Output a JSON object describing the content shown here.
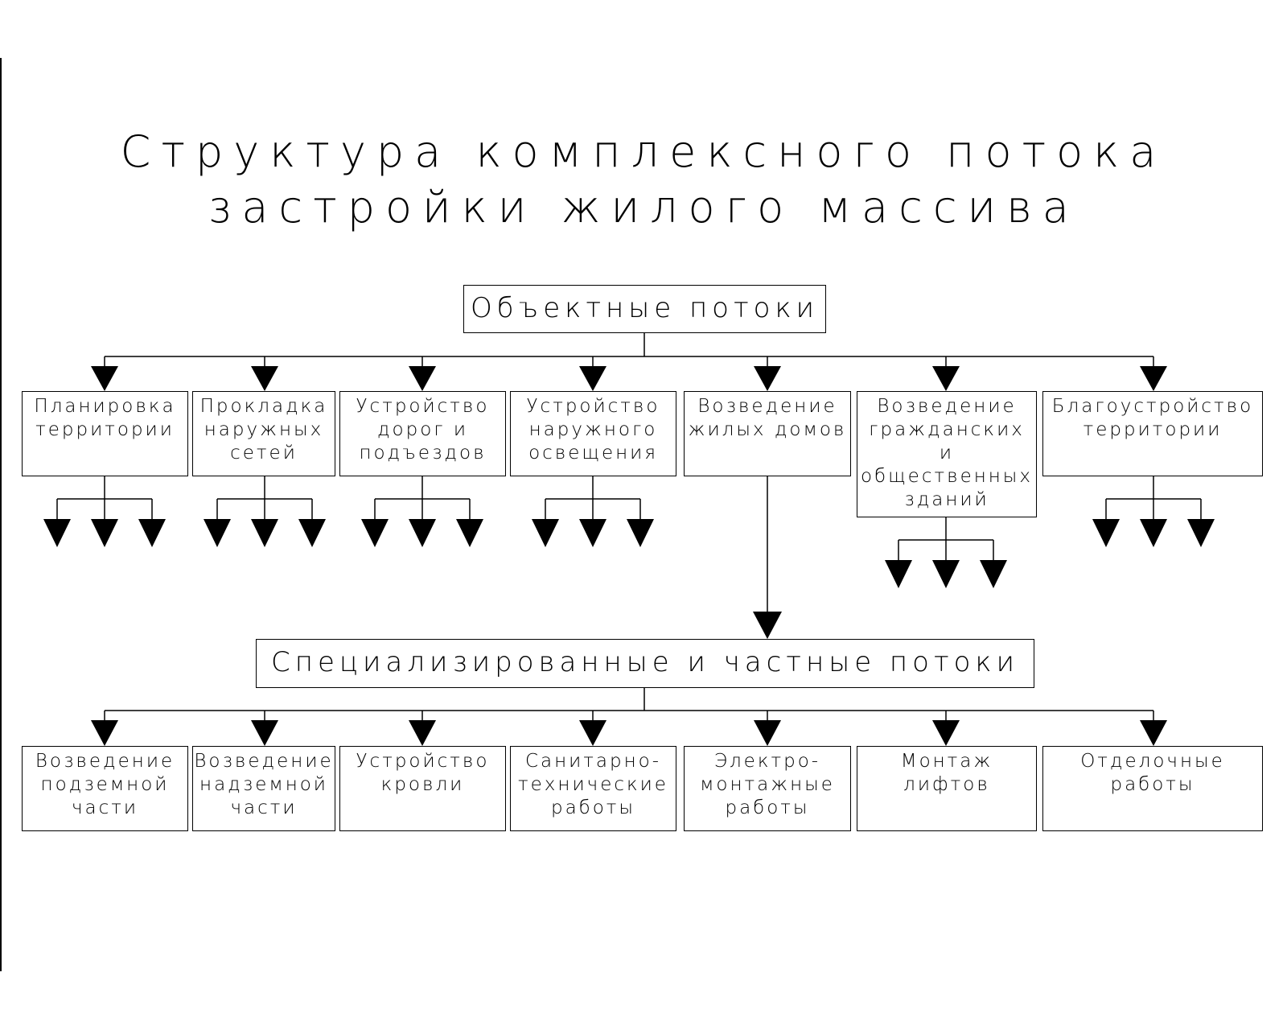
{
  "title_line1": "Структура комплексного потока",
  "title_line2": "застройки жилого массива",
  "object_flows": {
    "label": "Объектные потоки",
    "items": [
      {
        "label": "Планировка\nтерритории"
      },
      {
        "label": "Прокладка\nнаружных\nсетей"
      },
      {
        "label": "Устройство\nдорог и\nподъездов"
      },
      {
        "label": "Устройство\nнаружного\nосвещения"
      },
      {
        "label": "Возведение\nжилых домов"
      },
      {
        "label": "Возведение\nгражданских\nи\nобщественных\nзданий"
      },
      {
        "label": "Благоустройство\nтерритории"
      }
    ]
  },
  "special_flows": {
    "label": "Специализированные и частные потоки",
    "items": [
      {
        "label": "Возведение\nподземной\nчасти"
      },
      {
        "label": "Возведение\nнадземной\nчасти"
      },
      {
        "label": "Устройство\nкровли"
      },
      {
        "label": "Санитарно-\nтехнические\nработы"
      },
      {
        "label": "Электро-\nмонтажные\nработы"
      },
      {
        "label": "Монтаж\nлифтов"
      },
      {
        "label": "Отделочные\nработы"
      }
    ]
  }
}
